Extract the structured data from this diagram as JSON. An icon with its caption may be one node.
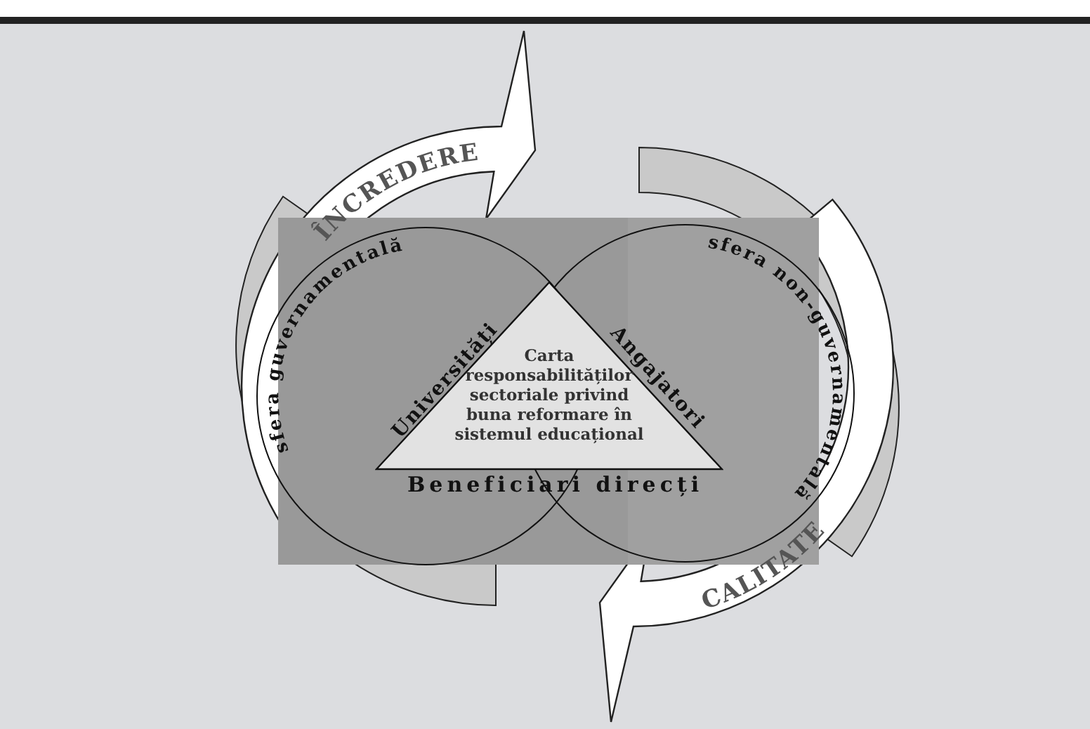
{
  "diagram": {
    "nodes": [
      {
        "text": [
          "sfera guvernamentală"
        ]
      },
      {
        "text": [
          "sfera non-guvernamentală"
        ]
      },
      {
        "text": [
          "Carta responsabilităților sectoriale privind buna reformare în sistemul educațional"
        ],
        "beside": [
          "Universități",
          "Angajatori",
          "Beneficiari direcți"
        ]
      }
    ],
    "labels": [
      "ÎNCREDERE",
      "CALITATE"
    ]
  }
}
